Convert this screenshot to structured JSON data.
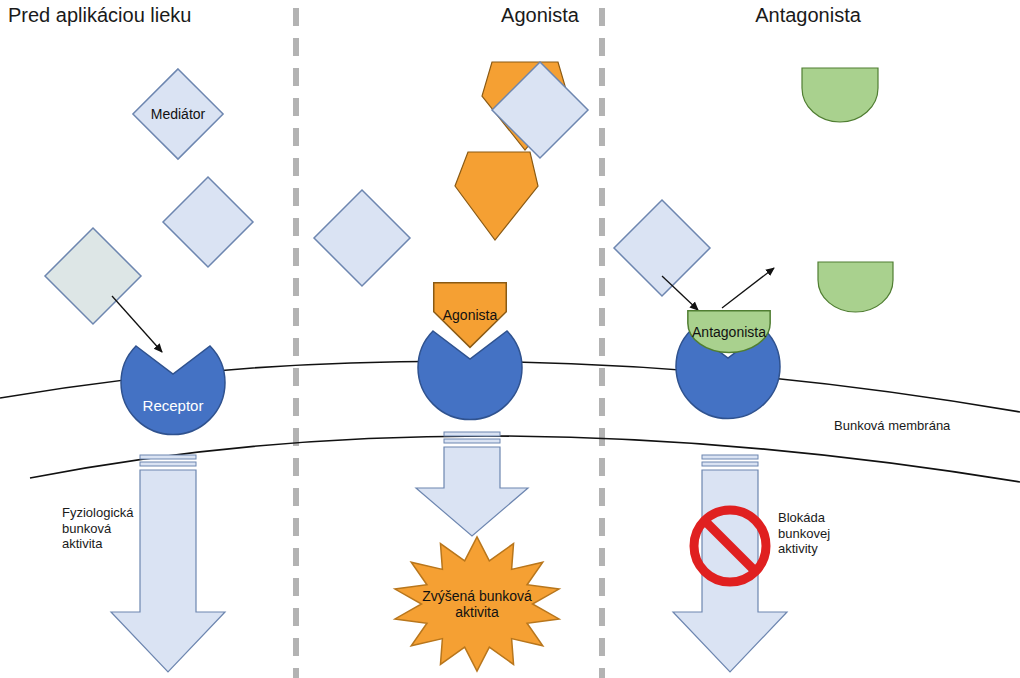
{
  "diagram": {
    "nodes": [
      {
        "text": [
          "Mediátor"
        ]
      },
      {
        "text": [
          "Receptor"
        ]
      },
      {
        "text": [
          "Agonista"
        ]
      },
      {
        "text": [
          "Antagonista"
        ]
      },
      {
        "text": [
          "Zvýšená bunková aktivita"
        ]
      }
    ],
    "labels": [
      "Pred aplikáciou lieku",
      "Agonista",
      "Antagonista",
      "Fyziologická bunková aktivita",
      "Bunková membrána",
      "Blokáda bunkovej aktivity"
    ]
  }
}
